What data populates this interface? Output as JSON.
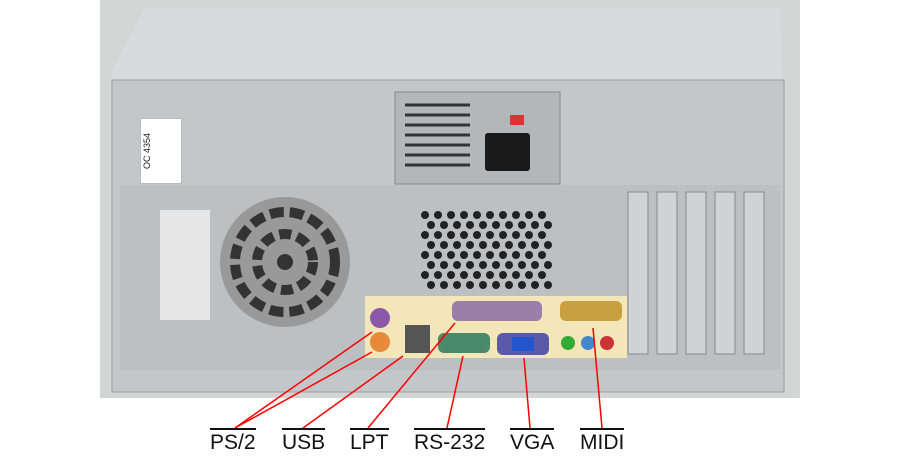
{
  "labels": {
    "ps2": "PS/2",
    "usb": "USB",
    "lpt": "LPT",
    "rs232": "RS-232",
    "vga": "VGA",
    "midi": "MIDI"
  },
  "sticker": "OC 4354",
  "colors": {
    "pointer": "#ff0000",
    "io_plate": "#f3e6b8",
    "case": "#c9ccce"
  }
}
